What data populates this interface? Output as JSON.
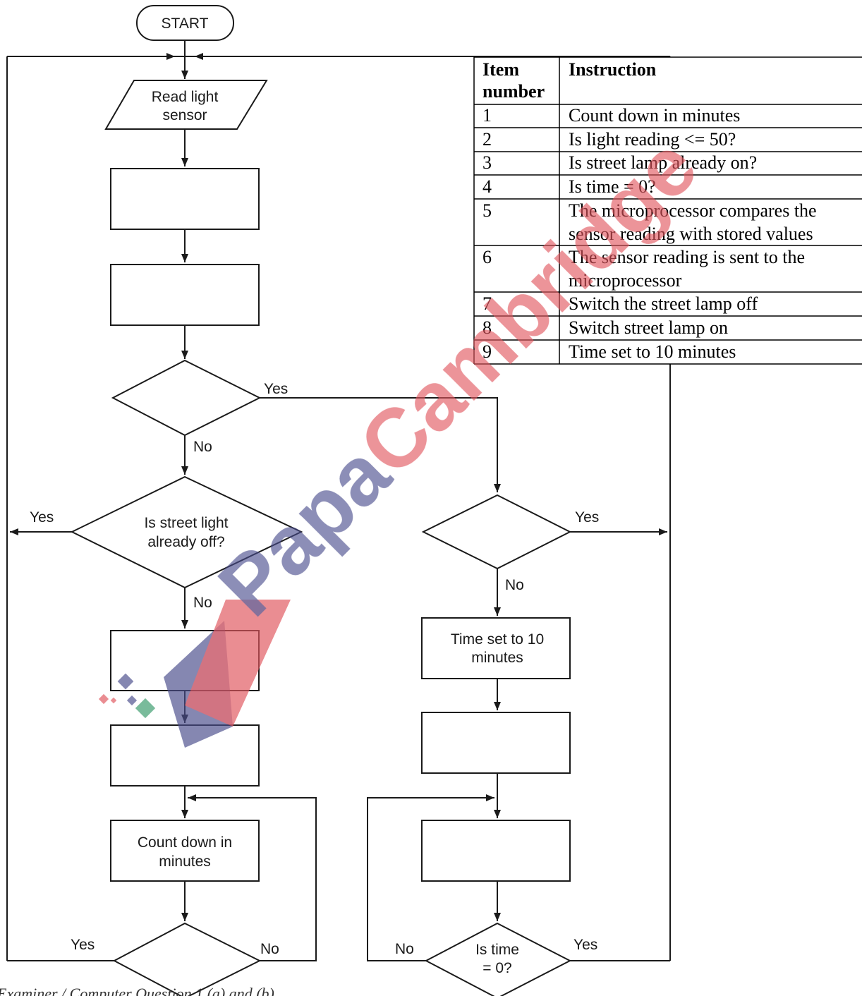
{
  "flowchart": {
    "start": "START",
    "read_sensor": [
      "Read light",
      "sensor"
    ],
    "street_light_off": [
      "Is street light",
      "already off?"
    ],
    "time_set": [
      "Time set to 10",
      "minutes"
    ],
    "count_down": [
      "Count down in",
      "minutes"
    ],
    "is_time_zero": [
      "Is time",
      "= 0?"
    ],
    "yes": "Yes",
    "no": "No"
  },
  "table": {
    "header_item": [
      "Item",
      "number"
    ],
    "header_instruction": "Instruction",
    "rows": [
      {
        "item": "1",
        "instruction": [
          "Count down in minutes"
        ]
      },
      {
        "item": "2",
        "instruction": [
          "Is light reading <= 50?"
        ]
      },
      {
        "item": "3",
        "instruction": [
          "Is street lamp already on?"
        ]
      },
      {
        "item": "4",
        "instruction": [
          "Is time = 0?"
        ]
      },
      {
        "item": "5",
        "instruction": [
          "The microprocessor compares the",
          "sensor reading with stored values"
        ]
      },
      {
        "item": "6",
        "instruction": [
          "The sensor reading is sent to the",
          "microprocessor"
        ]
      },
      {
        "item": "7",
        "instruction": [
          "Switch the street lamp off"
        ]
      },
      {
        "item": "8",
        "instruction": [
          "Switch street lamp on"
        ]
      },
      {
        "item": "9",
        "instruction": [
          "Time set to 10 minutes"
        ]
      }
    ]
  },
  "watermark": {
    "text": "PapaCambridge",
    "colors": {
      "red": "#e0565e",
      "blue": "#4a4d8c",
      "green": "#3a9a6a"
    }
  },
  "footer": "Examiner / Computer Question 1 (a) and (b)"
}
